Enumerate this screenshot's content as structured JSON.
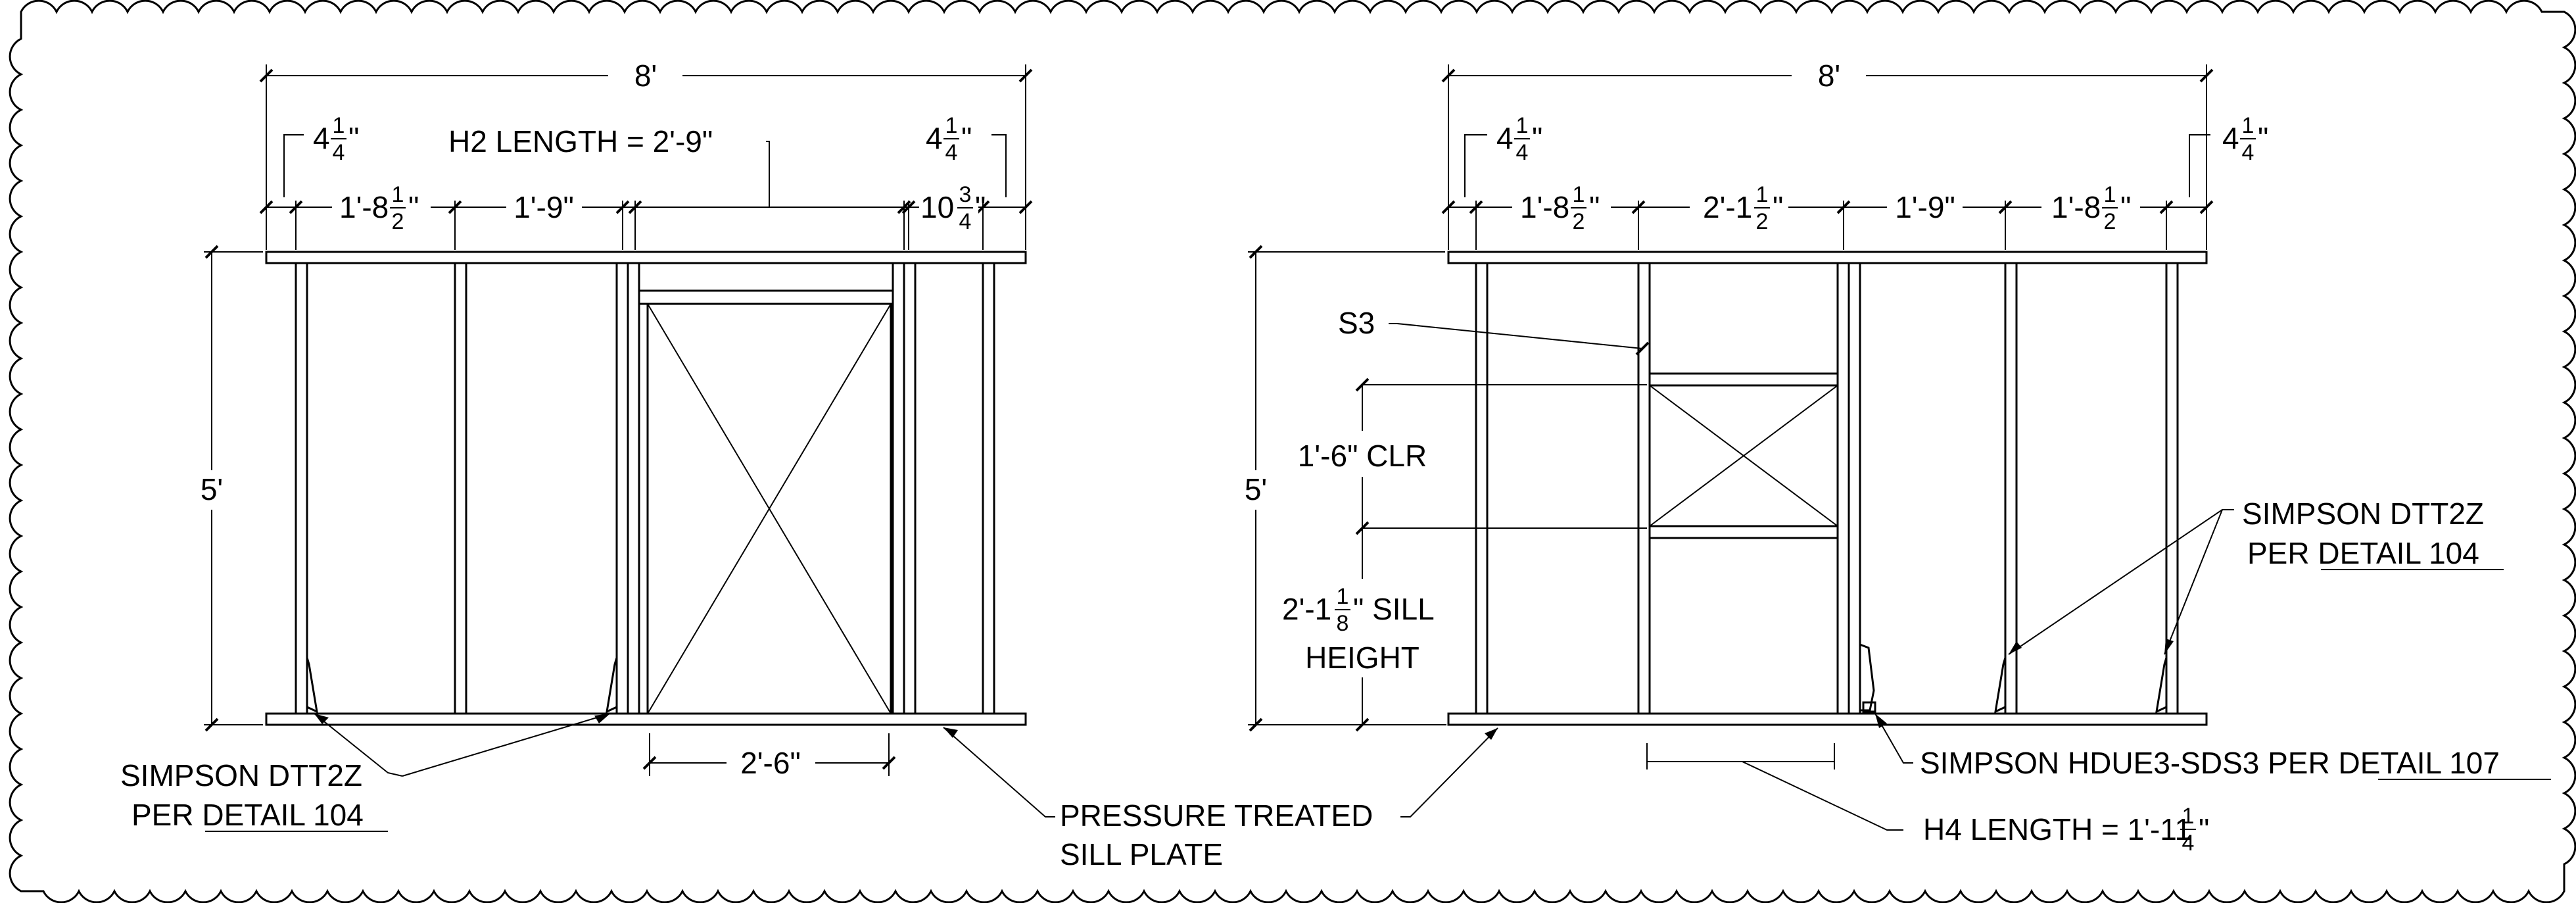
{
  "left_elevation": {
    "overall_width": "8'",
    "height": "5'",
    "end_offset_left": {
      "whole": "4",
      "num": "1",
      "den": "4",
      "unit": "\""
    },
    "end_offset_right": {
      "whole": "4",
      "num": "1",
      "den": "4",
      "unit": "\""
    },
    "header_length": "H2 LENGTH = 2'-9\"",
    "stud_spacing_1": {
      "whole": "1'-8",
      "num": "1",
      "den": "2",
      "unit": "\""
    },
    "stud_spacing_2": "1'-9\"",
    "stud_spacing_3": {
      "whole": "10",
      "num": "3",
      "den": "4",
      "unit": "\""
    },
    "opening_width": "2'-6\"",
    "callout_holdown": {
      "line1": "SIMPSON DTT2Z",
      "line2_prefix": "PER ",
      "line2_link": "DETAIL 104"
    }
  },
  "shared_callout": {
    "line1": "PRESSURE TREATED",
    "line2": "SILL PLATE"
  },
  "right_elevation": {
    "overall_width": "8'",
    "height": "5'",
    "end_offset_left": {
      "whole": "4",
      "num": "1",
      "den": "4",
      "unit": "\""
    },
    "end_offset_right": {
      "whole": "4",
      "num": "1",
      "den": "4",
      "unit": "\""
    },
    "stud_spacing_1": {
      "whole": "1'-8",
      "num": "1",
      "den": "2",
      "unit": "\""
    },
    "stud_spacing_2": {
      "whole": "2'-1",
      "num": "1",
      "den": "2",
      "unit": "\""
    },
    "stud_spacing_3": "1'-9\"",
    "stud_spacing_4": {
      "whole": "1'-8",
      "num": "1",
      "den": "2",
      "unit": "\""
    },
    "section_tag": "S3",
    "window_clear": "1'-6\" CLR",
    "sill_height": {
      "whole": "2'-1",
      "num": "1",
      "den": "8",
      "suffix": "\" SILL",
      "line2": "HEIGHT"
    },
    "callout_dtt": {
      "line1": "SIMPSON DTT2Z",
      "line2_prefix": "PER ",
      "line2_link": "DETAIL 104"
    },
    "callout_hdu": {
      "prefix": "SIMPSON HDUE3-SDS3 PER ",
      "link": "DETAIL 107"
    },
    "header_length": {
      "prefix": "H4 LENGTH = 1'-11",
      "num": "1",
      "den": "4",
      "unit": "\""
    }
  }
}
